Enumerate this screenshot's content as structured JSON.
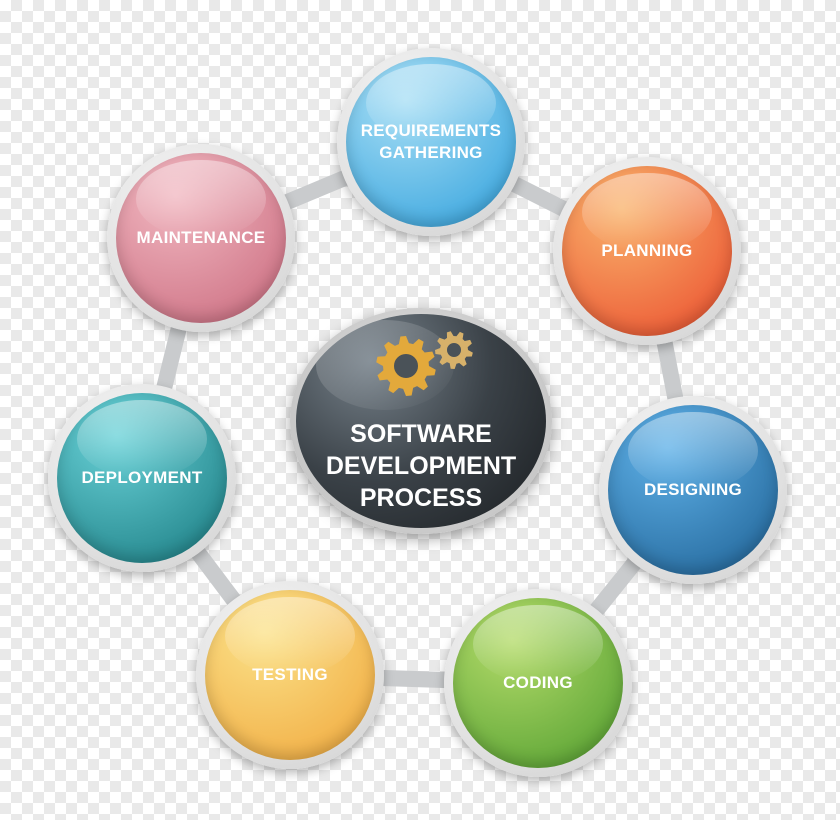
{
  "center": {
    "title_lines": [
      "SOFTWARE",
      "DEVELOPMENT",
      "PROCESS"
    ],
    "icon": "gears-icon"
  },
  "stages": [
    {
      "key": "requirements",
      "label_lines": [
        "REQUIREMENTS",
        "GATHERING"
      ],
      "color_light": "#a9dff5",
      "color_dark": "#2d9fdc"
    },
    {
      "key": "planning",
      "label_lines": [
        "PLANNING"
      ],
      "color_light": "#f9b36c",
      "color_dark": "#ea4a2c"
    },
    {
      "key": "designing",
      "label_lines": [
        "DESIGNING"
      ],
      "color_light": "#5fb1e8",
      "color_dark": "#1d5f92"
    },
    {
      "key": "coding",
      "label_lines": [
        "CODING"
      ],
      "color_light": "#b4db6a",
      "color_dark": "#4e9c2d"
    },
    {
      "key": "testing",
      "label_lines": [
        "TESTING"
      ],
      "color_light": "#fbe28a",
      "color_dark": "#f0a63a"
    },
    {
      "key": "deployment",
      "label_lines": [
        "DEPLOYMENT"
      ],
      "color_light": "#6ad2d8",
      "color_dark": "#17787e"
    },
    {
      "key": "maintenance",
      "label_lines": [
        "MAINTENANCE"
      ],
      "color_light": "#f1b8c1",
      "color_dark": "#c9687c"
    }
  ],
  "colors": {
    "ring": "#c9cbcd",
    "gear_primary": "#e3a93b",
    "gear_secondary": "#d7b16a"
  }
}
